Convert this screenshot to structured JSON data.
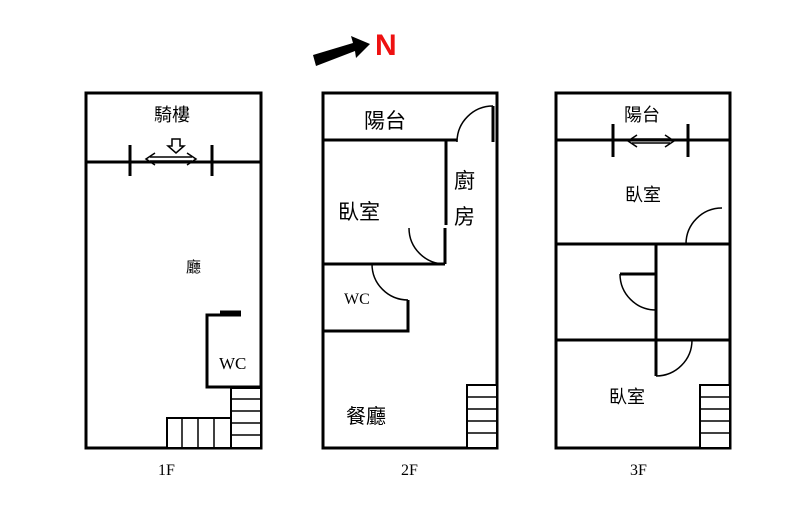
{
  "compass": {
    "label": "N",
    "color": "#ee1111"
  },
  "floors": {
    "f1": {
      "caption": "1F",
      "arcade": "騎樓",
      "hall": "廳",
      "wc": "WC"
    },
    "f2": {
      "caption": "2F",
      "balcony": "陽台",
      "bedroom": "臥室",
      "kitchen": "廚房",
      "wc": "WC",
      "dining": "餐廳"
    },
    "f3": {
      "caption": "3F",
      "balcony": "陽台",
      "bedroom_top": "臥室",
      "bedroom_bottom": "臥室"
    }
  }
}
